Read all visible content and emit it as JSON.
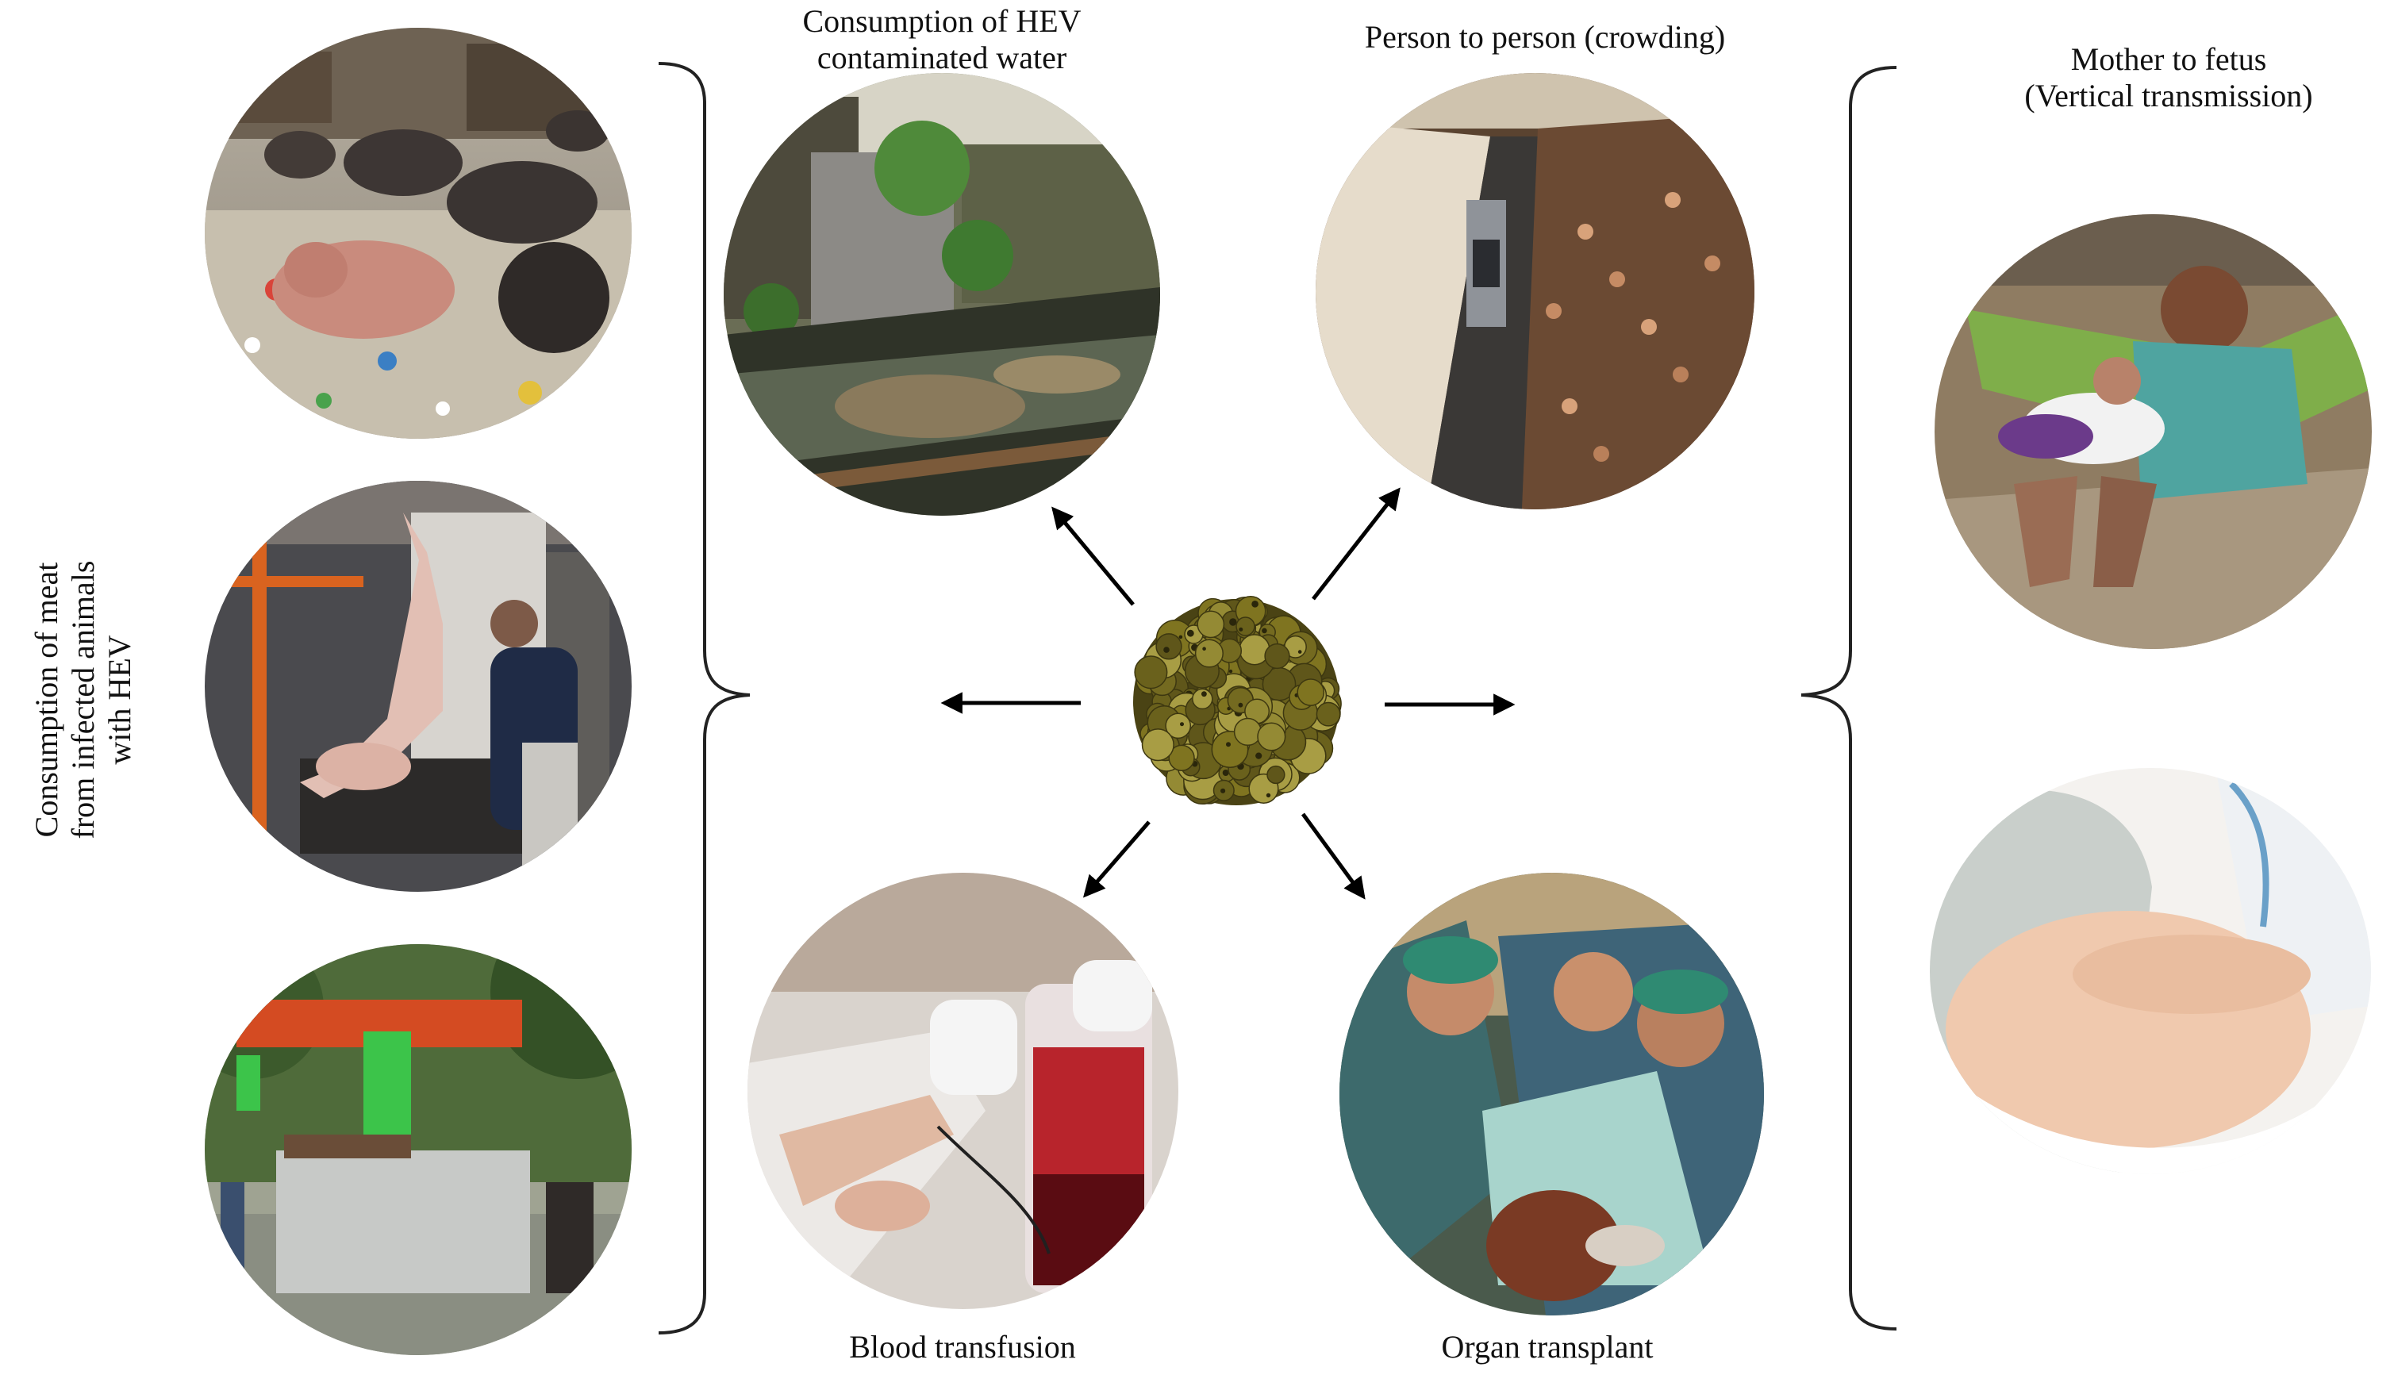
{
  "labels": {
    "meat": [
      "Consumption of meat",
      "from infected animals",
      "with HEV"
    ],
    "water": [
      "Consumption of HEV",
      "contaminated water"
    ],
    "person": [
      "Person to person (crowding)"
    ],
    "mother": [
      "Mother to fetus",
      "(Vertical transmission)"
    ],
    "blood": [
      "Blood transfusion"
    ],
    "organ": [
      "Organ transplant"
    ]
  },
  "photos": [
    {
      "name": "pigs-garbage-photo",
      "depicts": "pigs foraging in garbage"
    },
    {
      "name": "slaughterhouse-photo",
      "depicts": "pig carcass being processed"
    },
    {
      "name": "street-food-stall-photo",
      "depicts": "street taco food stall"
    },
    {
      "name": "contaminated-water-photo",
      "depicts": "polluted water canal"
    },
    {
      "name": "crowded-train-photo",
      "depicts": "crowded train platform"
    },
    {
      "name": "blood-transfusion-photo",
      "depicts": "blood bag and arm"
    },
    {
      "name": "organ-transplant-photo",
      "depicts": "surgeons with organ"
    },
    {
      "name": "mother-breastfeeding-photo",
      "depicts": "mother nursing baby in hammock"
    },
    {
      "name": "pregnant-woman-photo",
      "depicts": "pregnant belly with doctor"
    }
  ],
  "center": {
    "name": "hev-virus-particle-icon",
    "color": "#7f7420"
  },
  "colors": {
    "arrow": "#000000",
    "brace": "#222222",
    "text": "#111111"
  }
}
